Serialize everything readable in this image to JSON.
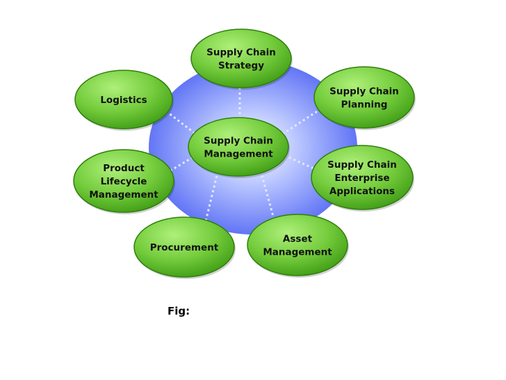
{
  "diagram": {
    "center": {
      "id": "center",
      "lines": [
        "Supply Chain",
        "Management"
      ]
    },
    "nodes": [
      {
        "id": "strategy",
        "lines": [
          "Supply Chain",
          "Strategy"
        ]
      },
      {
        "id": "planning",
        "lines": [
          "Supply Chain",
          "Planning"
        ]
      },
      {
        "id": "enterprise",
        "lines": [
          "Supply Chain",
          "Enterprise",
          "Applications"
        ]
      },
      {
        "id": "asset",
        "lines": [
          "Asset",
          "Management"
        ]
      },
      {
        "id": "procurement",
        "lines": [
          "Procurement"
        ]
      },
      {
        "id": "plm",
        "lines": [
          "Product",
          "Lifecycle",
          "Management"
        ]
      },
      {
        "id": "logistics",
        "lines": [
          "Logistics"
        ]
      }
    ],
    "colors": {
      "node_light": "#aef07a",
      "node_mid": "#74cc3c",
      "node_dark": "#3e9b14",
      "node_border": "#2f7f0c",
      "hub_light": "#ffffff",
      "hub_mid": "#b6c3ff",
      "hub_dark": "#6275f5",
      "connector": "#e4e8ff"
    }
  },
  "caption": "Fig:"
}
